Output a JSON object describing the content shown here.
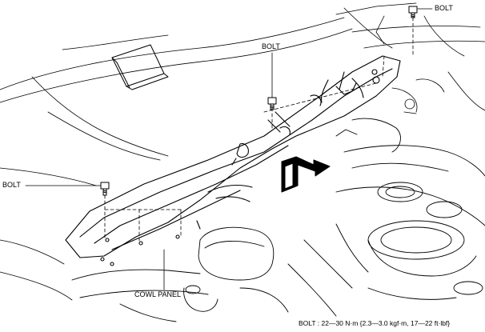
{
  "callouts": {
    "bolt_top_right": "BOLT",
    "bolt_top_center": "BOLT",
    "bolt_left": "BOLT",
    "cowl_panel": "COWL PANEL"
  },
  "spec_note": "BOLT : 22—30 N·m {2.3—3.0 kgf·m, 17—22 ft·lbf}",
  "icons": {
    "removal_direction": "arrow-icon",
    "fastener": "bolt-icon"
  }
}
